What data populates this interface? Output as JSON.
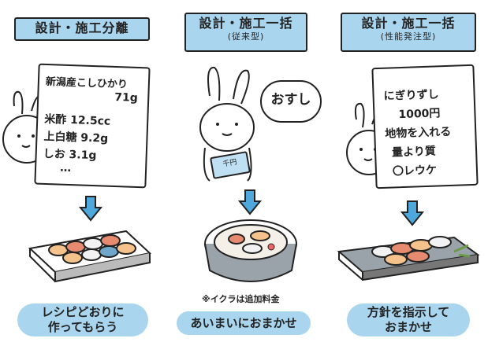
{
  "columns": [
    {
      "title": "設計・施工分離",
      "subtitle": "",
      "paper_lines": [
        "新潟産こしひかり",
        "71g",
        "米酢 12.5cc",
        "上白糖 9.2g",
        "しお 3.1g",
        "…"
      ],
      "caption_lines": [
        "レシピどおりに",
        "作ってもらう"
      ]
    },
    {
      "title": "設計・施工一括",
      "subtitle": "(従来型)",
      "bubble_text": "おすし",
      "ticket_text": "千円",
      "note": "※イクラは追加料金",
      "caption_lines": [
        "あいまいにおまかせ"
      ]
    },
    {
      "title": "設計・施工一括",
      "subtitle": "(性能発注型)",
      "paper_lines": [
        "にぎりずし",
        "1000円",
        "地物を入れる",
        "量より質",
        "〇レウケ"
      ],
      "caption_lines": [
        "方針を指示して",
        "おまかせ"
      ]
    }
  ],
  "colors": {
    "accent": "#a9d6ee",
    "arrow": "#4ea8db",
    "ink": "#222222"
  }
}
